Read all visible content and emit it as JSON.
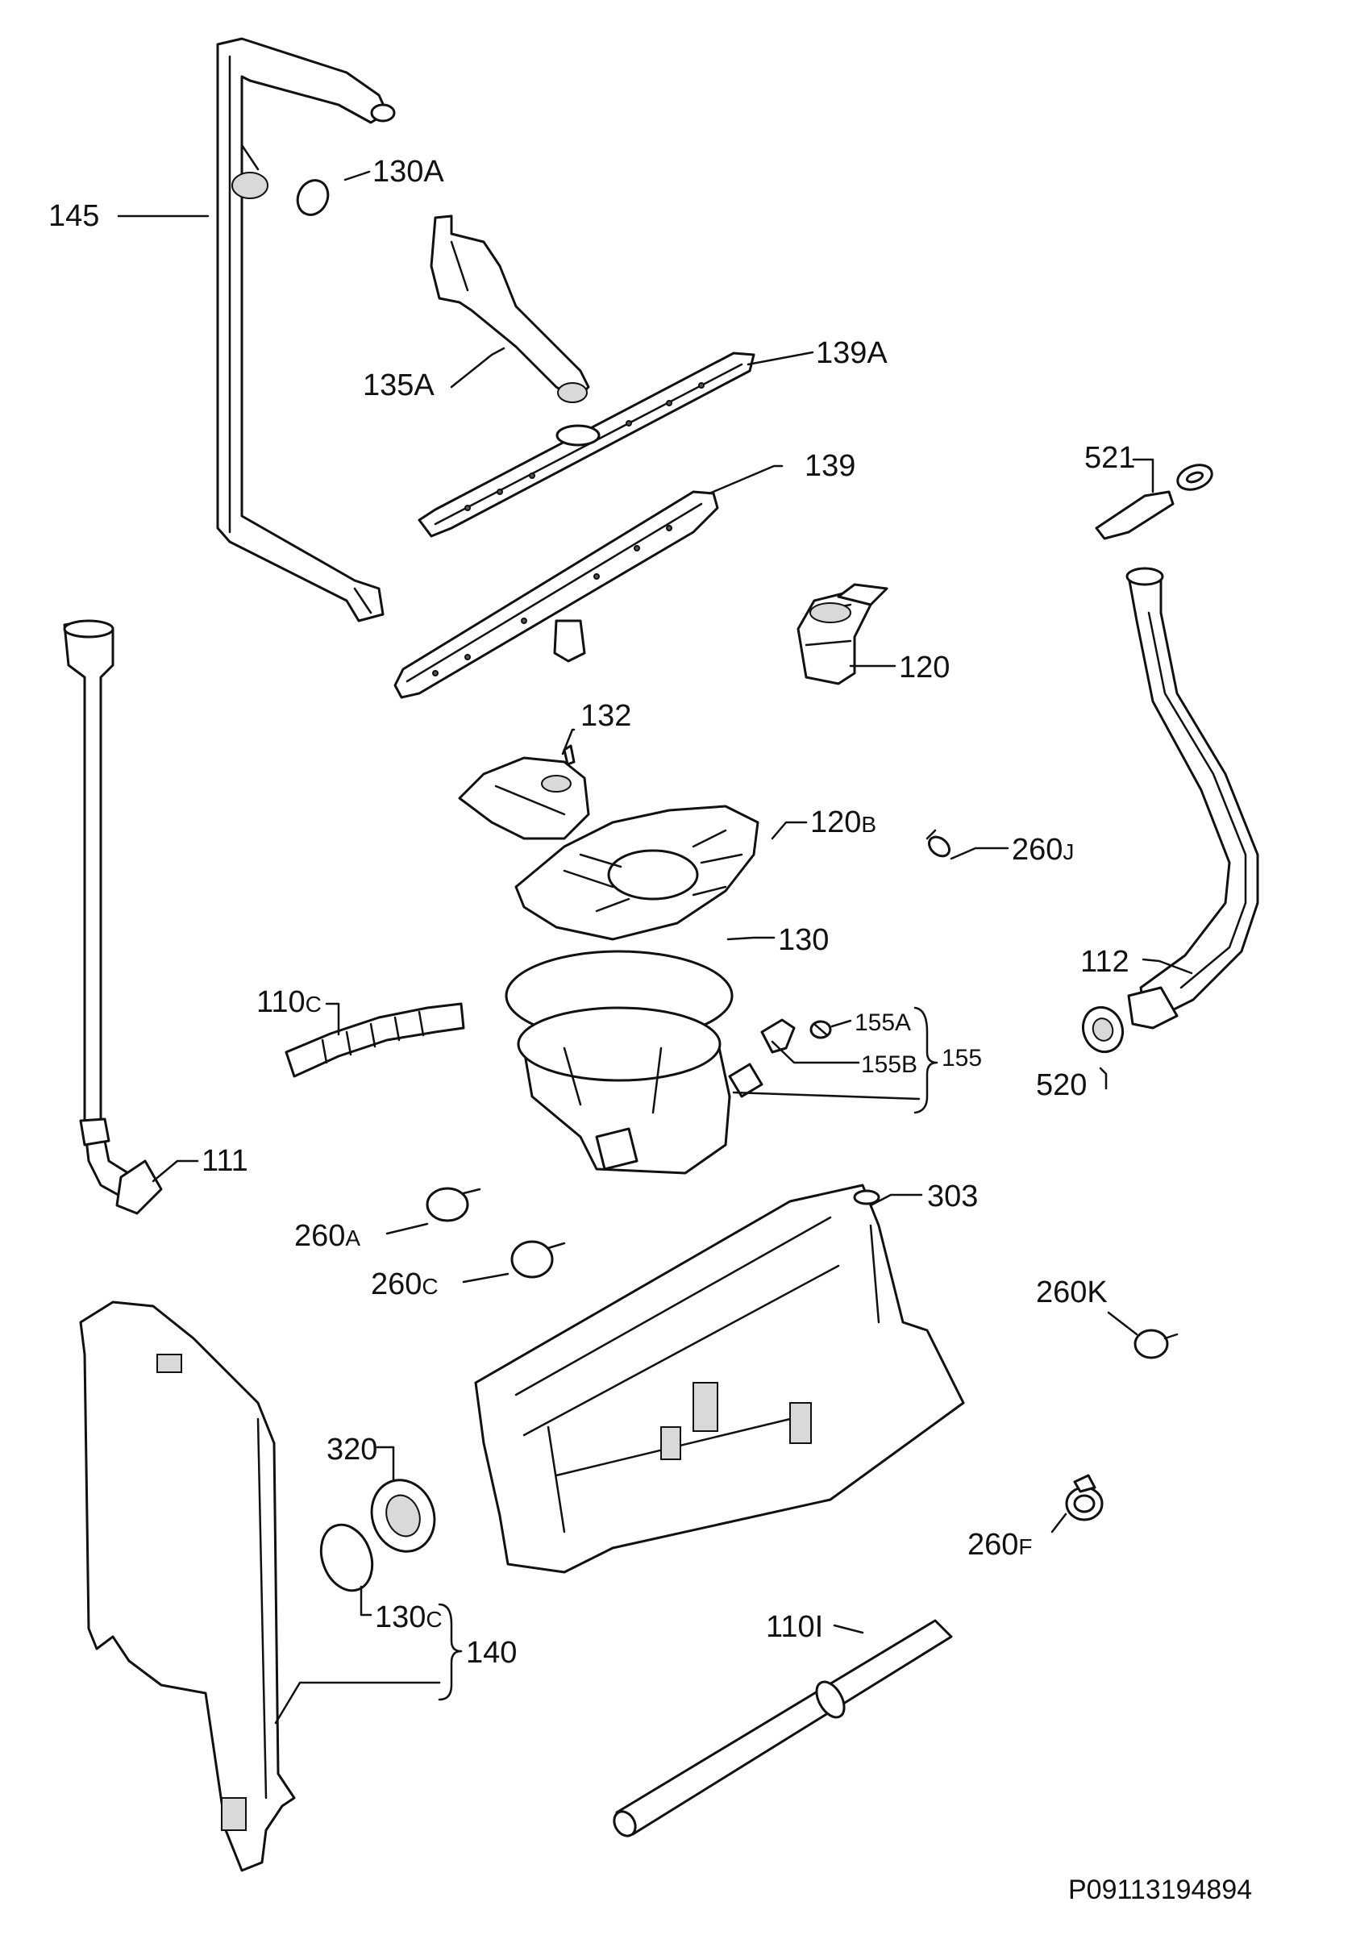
{
  "labels": {
    "l145": "145",
    "l130A": "130A",
    "l135A": "135A",
    "l139A": "139A",
    "l139": "139",
    "l521": "521",
    "l120": "120",
    "l132": "132",
    "l120B_main": "120",
    "l120B_sub": "B",
    "l260J_main": "260",
    "l260J_sub": "J",
    "l112": "112",
    "l130": "130",
    "l110C_main": "110",
    "l110C_sub": "C",
    "l155A": "155A",
    "l155B": "155B",
    "l155": "155",
    "l520": "520",
    "l111": "111",
    "l303": "303",
    "l260A_main": "260",
    "l260A_sub": "A",
    "l260C_main": "260",
    "l260C_sub": "C",
    "l260K": "260K",
    "l320": "320",
    "l130C_main": "130",
    "l130C_sub": "C",
    "l140": "140",
    "l110I": "110I",
    "l260F_main": "260",
    "l260F_sub": "F"
  },
  "reference": "P09113194894"
}
